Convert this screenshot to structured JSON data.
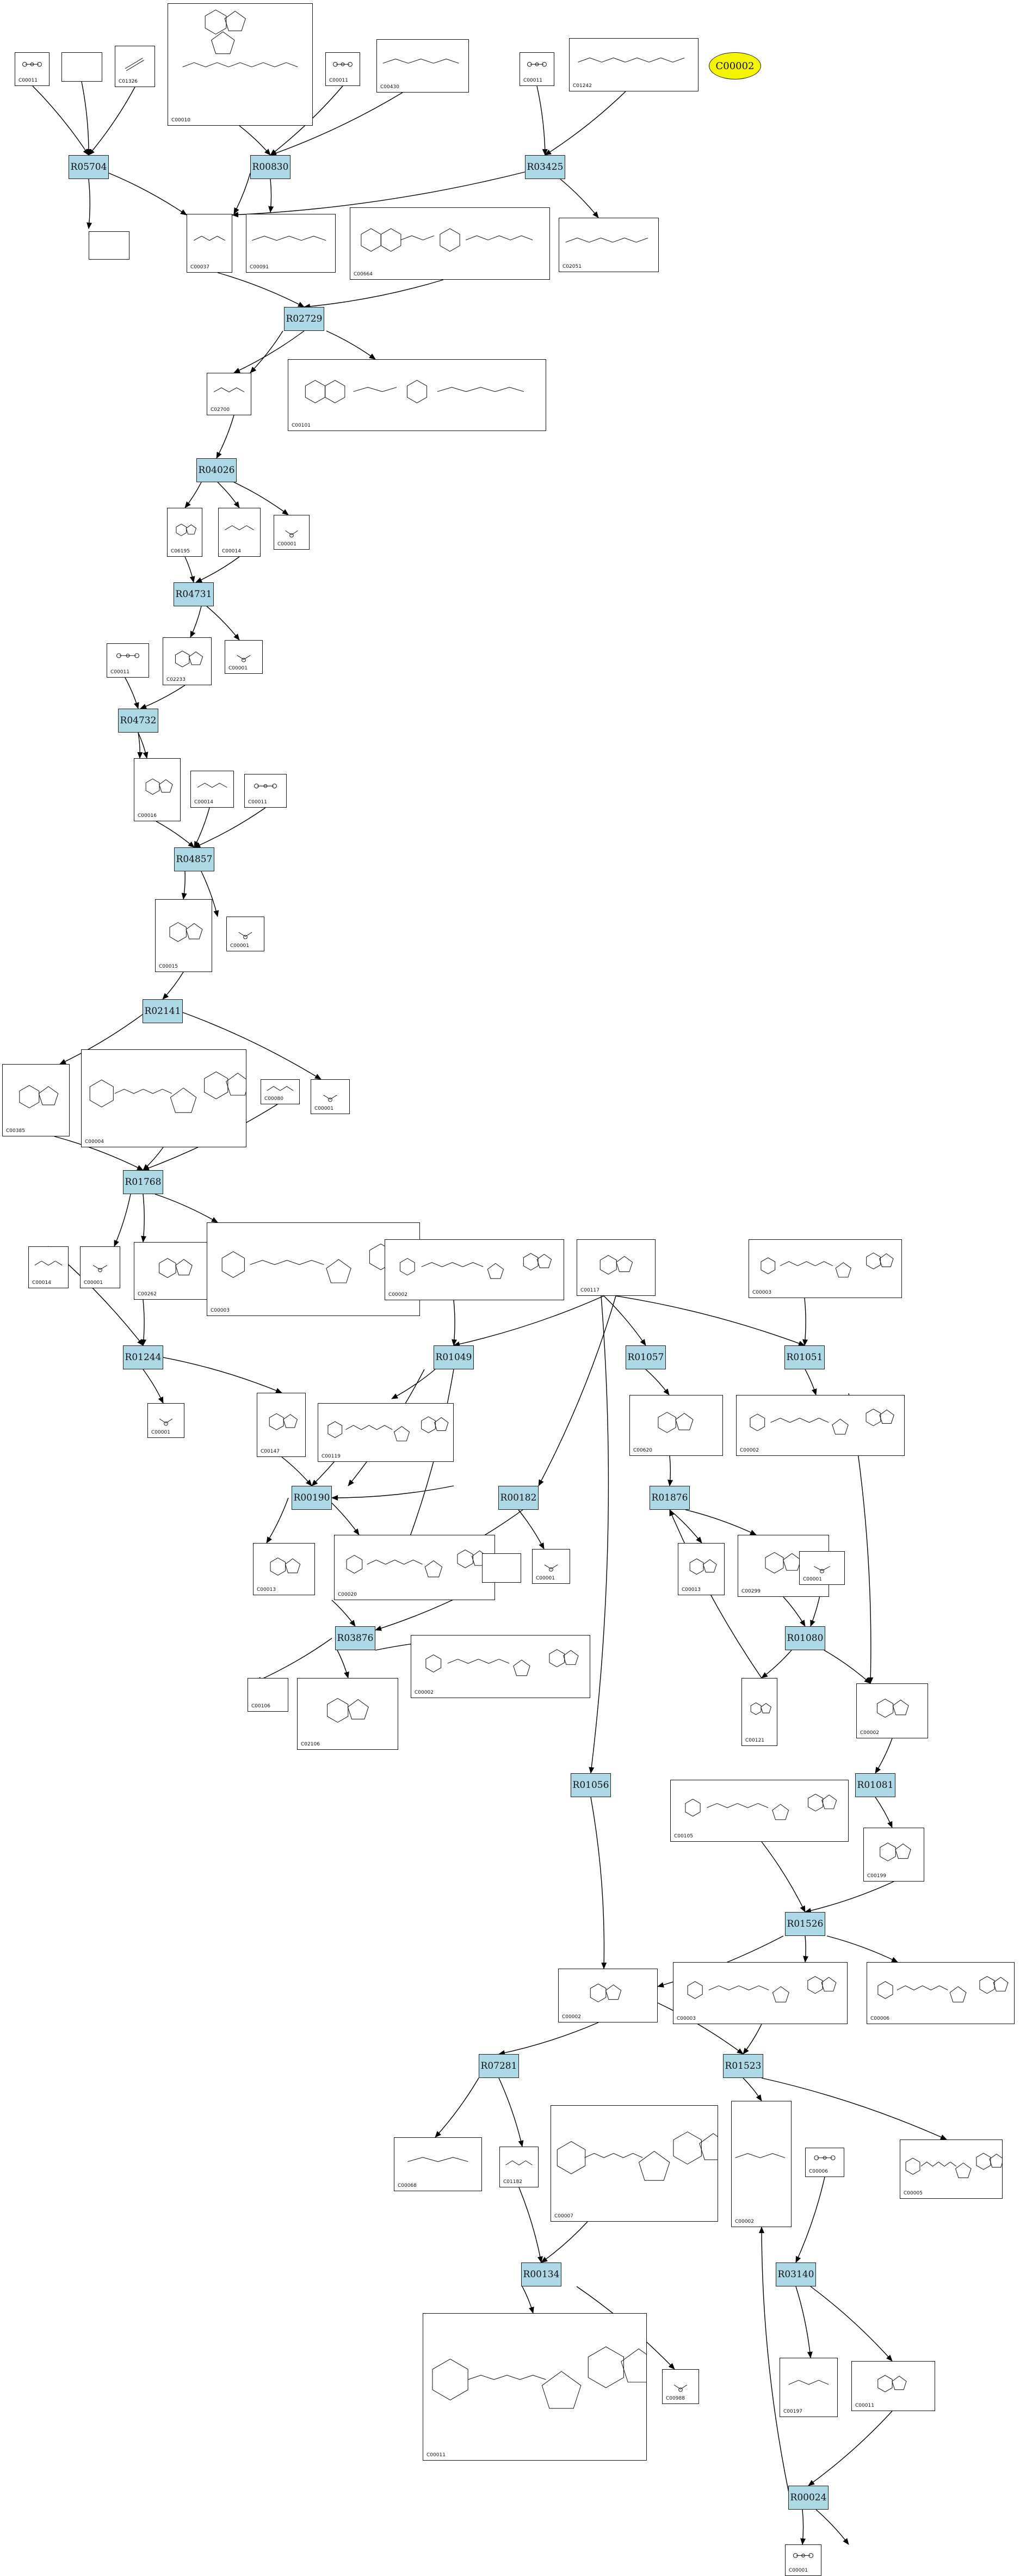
{
  "target": {
    "label": "C00002",
    "color": "#f5f500"
  },
  "reactions": [
    {
      "id": "R05704"
    },
    {
      "id": "R00830"
    },
    {
      "id": "R03425"
    },
    {
      "id": "R02729"
    },
    {
      "id": "R04026"
    },
    {
      "id": "R04731"
    },
    {
      "id": "R04732"
    },
    {
      "id": "R04857"
    },
    {
      "id": "R02141"
    },
    {
      "id": "R01768"
    },
    {
      "id": "R01244"
    },
    {
      "id": "R01049"
    },
    {
      "id": "R01057"
    },
    {
      "id": "R01051"
    },
    {
      "id": "R00190"
    },
    {
      "id": "R00182"
    },
    {
      "id": "R01876"
    },
    {
      "id": "R03876"
    },
    {
      "id": "R01080"
    },
    {
      "id": "R01056"
    },
    {
      "id": "R01081"
    },
    {
      "id": "R01526"
    },
    {
      "id": "R07281"
    },
    {
      "id": "R01523"
    },
    {
      "id": "R00134"
    },
    {
      "id": "R03140"
    },
    {
      "id": "R00024"
    }
  ],
  "compounds": [
    {
      "id": "C00011"
    },
    {
      "id": ""
    },
    {
      "id": "C01326"
    },
    {
      "id": "C00010"
    },
    {
      "id": "C00011"
    },
    {
      "id": "C00430"
    },
    {
      "id": "C00011"
    },
    {
      "id": "C01242"
    },
    {
      "id": ""
    },
    {
      "id": "C00037"
    },
    {
      "id": "C00091"
    },
    {
      "id": "C00664"
    },
    {
      "id": "C02051"
    },
    {
      "id": "C02700"
    },
    {
      "id": "C00101"
    },
    {
      "id": "C06195"
    },
    {
      "id": "C00014"
    },
    {
      "id": "C00001"
    },
    {
      "id": "C02233"
    },
    {
      "id": "C00001"
    },
    {
      "id": "C00011"
    },
    {
      "id": "C00016"
    },
    {
      "id": "C00014"
    },
    {
      "id": "C00011"
    },
    {
      "id": "C00015"
    },
    {
      "id": "C00001"
    },
    {
      "id": "C00385"
    },
    {
      "id": "C00004"
    },
    {
      "id": "C00080"
    },
    {
      "id": "C00001"
    },
    {
      "id": "C00014"
    },
    {
      "id": "C00001"
    },
    {
      "id": "C00262"
    },
    {
      "id": "C00003"
    },
    {
      "id": "C00002"
    },
    {
      "id": "C00117"
    },
    {
      "id": "C00003"
    },
    {
      "id": "C00001"
    },
    {
      "id": "C00147"
    },
    {
      "id": "C00119"
    },
    {
      "id": "C00620"
    },
    {
      "id": "C00002"
    },
    {
      "id": "C00013"
    },
    {
      "id": "C00020"
    },
    {
      "id": "C00001"
    },
    {
      "id": "C00013"
    },
    {
      "id": "C00299"
    },
    {
      "id": "C00001"
    },
    {
      "id": ""
    },
    {
      "id": "C02106"
    },
    {
      "id": "C00002"
    },
    {
      "id": "C00106"
    },
    {
      "id": "C00121"
    },
    {
      "id": "C00002"
    },
    {
      "id": "C00105"
    },
    {
      "id": "C00199"
    },
    {
      "id": "C00002"
    },
    {
      "id": "C00003"
    },
    {
      "id": "C00006"
    },
    {
      "id": "C00068"
    },
    {
      "id": "C01182"
    },
    {
      "id": "C00007"
    },
    {
      "id": "C00002"
    },
    {
      "id": "C00006"
    },
    {
      "id": "C00005"
    },
    {
      "id": "C00011"
    },
    {
      "id": "C00988"
    },
    {
      "id": "C00197"
    },
    {
      "id": "C00011"
    },
    {
      "id": "C00001"
    }
  ]
}
